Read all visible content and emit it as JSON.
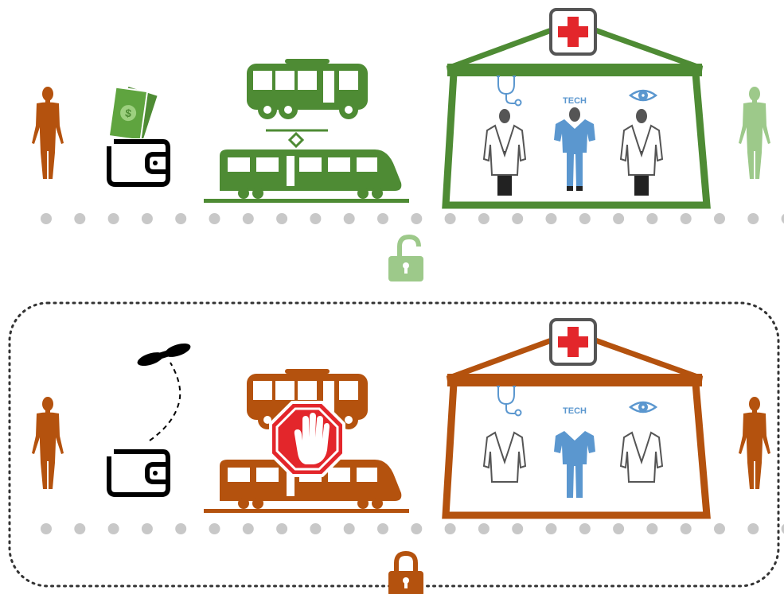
{
  "colors": {
    "green": "#4e8b34",
    "orange": "#b4520e",
    "light_green": "#9dc98a",
    "blue_scrubs": "#5b97cf",
    "red_cross": "#e3262b",
    "stop_red": "#e3262b",
    "dot_gray": "#c8c8c8",
    "dark_gray": "#555555"
  },
  "scenarios": [
    {
      "id": "access",
      "theme": "green",
      "patient_start_icon": "person-icon",
      "payment_icon": "wallet-with-money-icon",
      "transport_icons": [
        "bus-icon",
        "train-icon"
      ],
      "clinic_icon": "hospital-icon",
      "clinic_tech_label": "TECH",
      "staff_icons": [
        "doctor-stethoscope-icon",
        "technician-icon",
        "doctor-eye-icon"
      ],
      "patient_end_icon": "person-icon",
      "lock_icon": "unlocked-padlock-icon"
    },
    {
      "id": "barrier",
      "theme": "orange",
      "patient_start_icon": "person-icon",
      "payment_icon": "empty-wallet-with-flying-money-icon",
      "transport_icons": [
        "bus-icon",
        "train-icon",
        "stop-hand-icon"
      ],
      "clinic_icon": "hospital-icon",
      "clinic_tech_label": "TECH",
      "staff_icons": [
        "stethoscope-icon",
        "empty-coat-icon",
        "scrubs-icon",
        "empty-coat-icon"
      ],
      "patient_end_icon": "person-icon",
      "lock_icon": "locked-padlock-icon"
    }
  ]
}
